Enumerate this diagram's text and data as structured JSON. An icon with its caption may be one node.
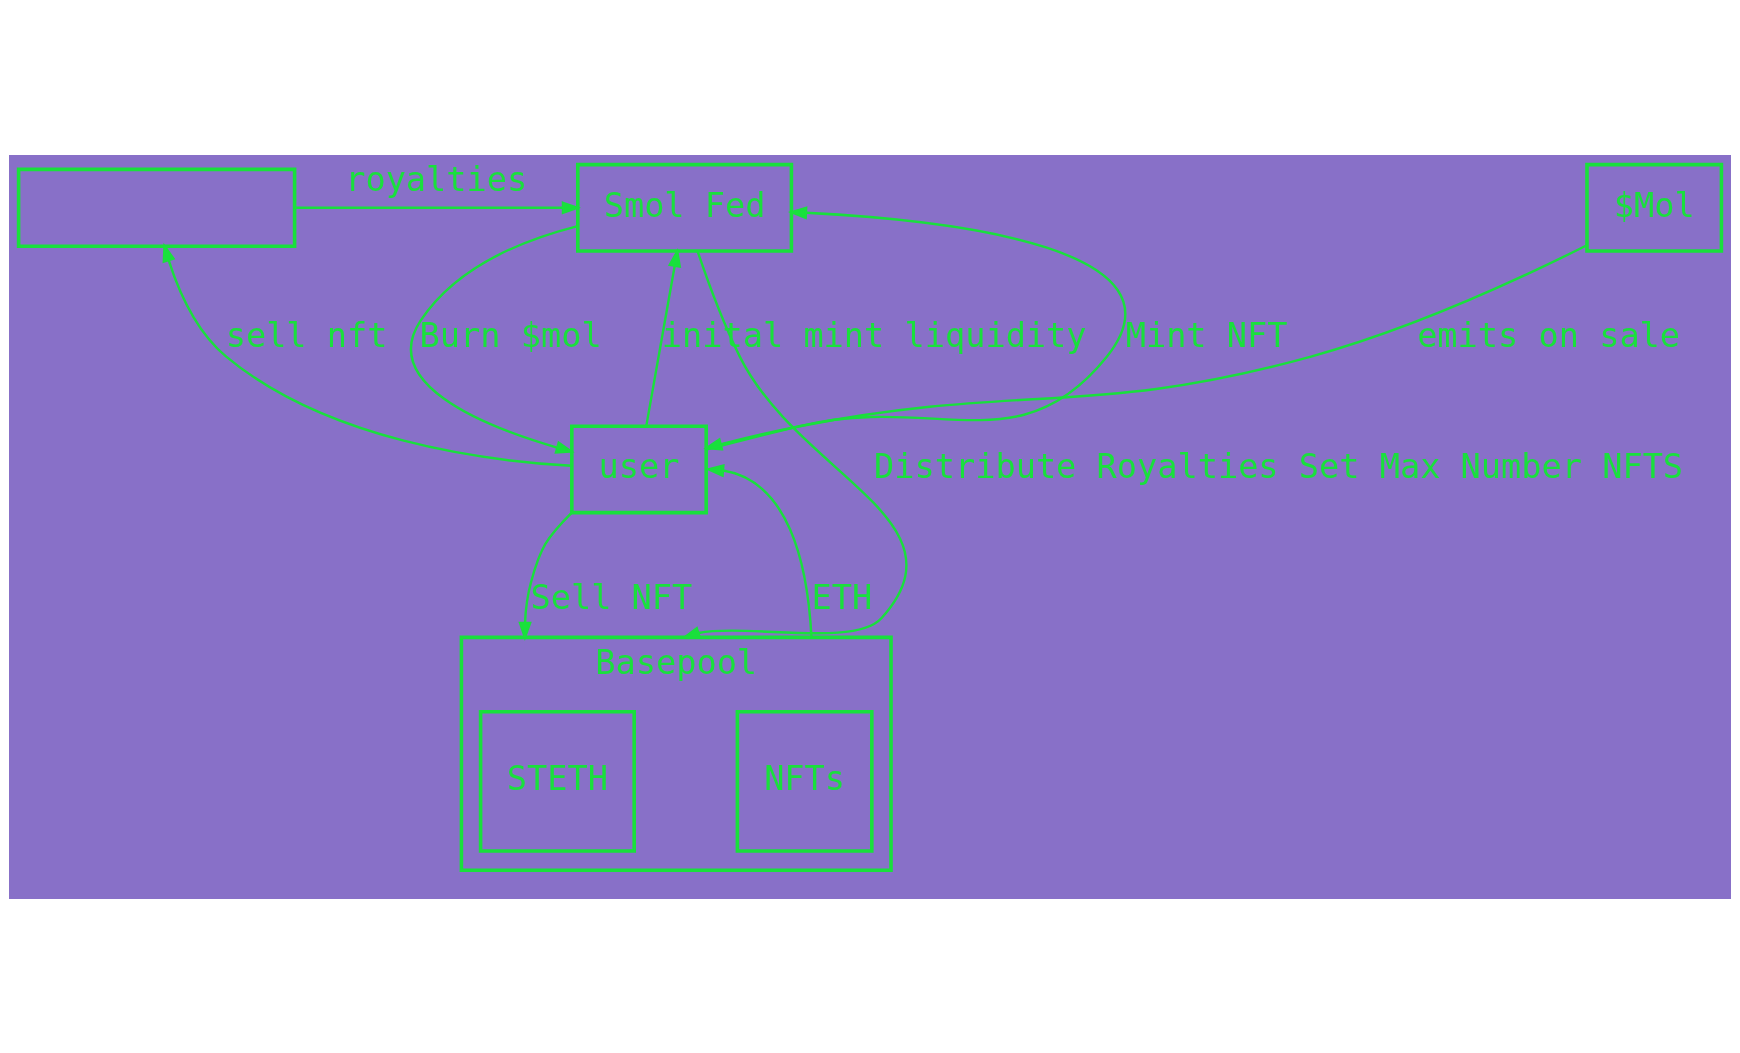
{
  "diagram": {
    "nodes": [
      {
        "text": [],
        "shape": "box"
      },
      {
        "text": [
          "Smol Fed"
        ]
      },
      {
        "text": [
          "$Mol"
        ]
      },
      {
        "text": [
          "user"
        ]
      },
      {
        "text": [
          "Basepool"
        ]
      },
      {
        "text": [
          "NFTs"
        ],
        "in": 4
      },
      {
        "text": [
          "STETH"
        ],
        "in": 4
      }
    ],
    "edges": [
      {
        "from": 3,
        "to": 1,
        "arrow": "to",
        "label": "inital mint liquidity"
      },
      {
        "from": 0,
        "to": 1,
        "arrow": "to",
        "label": "royalties"
      },
      {
        "from": 3,
        "to": 0,
        "arrow": "to",
        "label": "sell nft"
      },
      {
        "from": 2,
        "to": 3,
        "arrow": "to",
        "label": "emits on sale"
      },
      {
        "from": 1,
        "to": 3,
        "arrow": "to",
        "label": "Burn $mol"
      },
      {
        "from": 3,
        "to": 1,
        "arrow": "to",
        "label": "Mint NFT"
      },
      {
        "from": 1,
        "to": 4,
        "arrow": "to",
        "label": "Distribute Royalties Set Max Number NFTS"
      },
      {
        "from": 4,
        "to": 3,
        "arrow": "to",
        "label": "ETH"
      },
      {
        "from": 3,
        "to": 4,
        "arrow": "to",
        "label": "Sell NFT"
      }
    ]
  }
}
